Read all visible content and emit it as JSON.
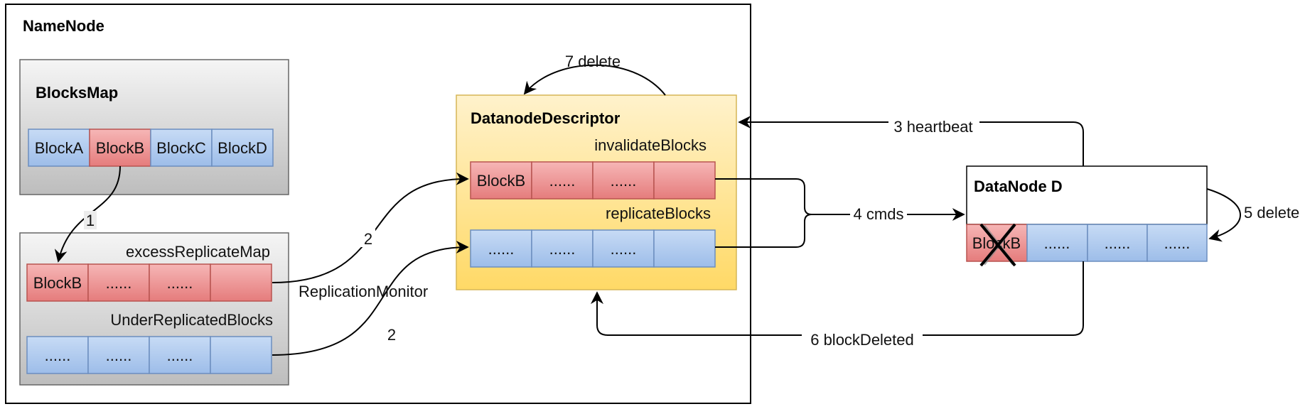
{
  "namenode": {
    "title": "NameNode",
    "blocksmap": {
      "title": "BlocksMap",
      "cells": [
        "BlockA",
        "BlockB",
        "BlockC",
        "BlockD"
      ]
    },
    "excess": {
      "label": "excessReplicateMap",
      "cells": [
        "BlockB",
        "......",
        "......",
        ""
      ]
    },
    "under": {
      "label": "UnderReplicatedBlocks",
      "cells": [
        "......",
        "......",
        "......",
        ""
      ]
    }
  },
  "descriptor": {
    "title": "DatanodeDescriptor",
    "invalidate": {
      "label": "invalidateBlocks",
      "cells": [
        "BlockB",
        "......",
        "......",
        ""
      ]
    },
    "replicate": {
      "label": "replicateBlocks",
      "cells": [
        "......",
        "......",
        "......",
        ""
      ]
    }
  },
  "datanode": {
    "title": "DataNode D",
    "cells": [
      "BlockB",
      "......",
      "......",
      "......"
    ]
  },
  "edges": {
    "e1": "1",
    "e2a": "2",
    "e2b": "2",
    "replication_monitor": "ReplicationMonitor",
    "heartbeat": "3 heartbeat",
    "cmds": "4 cmds",
    "delete5": "5 delete",
    "blockdeleted": "6 blockDeleted",
    "delete7": "7 delete"
  },
  "colors": {
    "red_fill": "#f19c9c",
    "red_stroke": "#b85450",
    "blue_fill": "#b3cdf0",
    "blue_stroke": "#6c8ebf",
    "gray_top": "#f5f5f5",
    "gray_bottom": "#bdbdbd",
    "gold_top": "#fff2cc",
    "gold_bottom": "#ffd966"
  }
}
